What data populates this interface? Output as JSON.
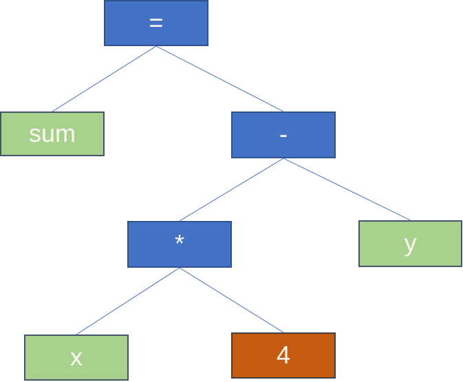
{
  "diagram": {
    "kind": "binary-expression-tree",
    "background": "#FFFFFF",
    "connector_color": "#6583C4",
    "connector_width": 1.2,
    "nodes": [
      {
        "id": "assign",
        "label": "=",
        "role": "operator",
        "fill": "#4472C4",
        "border": "#2F528F",
        "text": "#FAF8F1"
      },
      {
        "id": "sum",
        "label": "sum",
        "role": "variable",
        "fill": "#A9D18E",
        "border": "#44546A",
        "text": "#FAF8F1"
      },
      {
        "id": "minus",
        "label": "-",
        "role": "operator",
        "fill": "#4472C4",
        "border": "#2F528F",
        "text": "#FAF8F1"
      },
      {
        "id": "multiply",
        "label": "*",
        "role": "operator",
        "fill": "#4472C4",
        "border": "#2F528F",
        "text": "#FAF8F1"
      },
      {
        "id": "y",
        "label": "y",
        "role": "variable",
        "fill": "#A9D18E",
        "border": "#44546A",
        "text": "#FAF8F1"
      },
      {
        "id": "x",
        "label": "x",
        "role": "variable",
        "fill": "#A9D18E",
        "border": "#44546A",
        "text": "#FAF8F1"
      },
      {
        "id": "four",
        "label": "4",
        "role": "constant",
        "fill": "#C55A11",
        "border": "#404040",
        "text": "#FAF8F1"
      }
    ],
    "edges": [
      {
        "from": "assign",
        "to": "sum"
      },
      {
        "from": "assign",
        "to": "minus"
      },
      {
        "from": "minus",
        "to": "multiply"
      },
      {
        "from": "minus",
        "to": "y"
      },
      {
        "from": "multiply",
        "to": "x"
      },
      {
        "from": "multiply",
        "to": "four"
      }
    ]
  }
}
